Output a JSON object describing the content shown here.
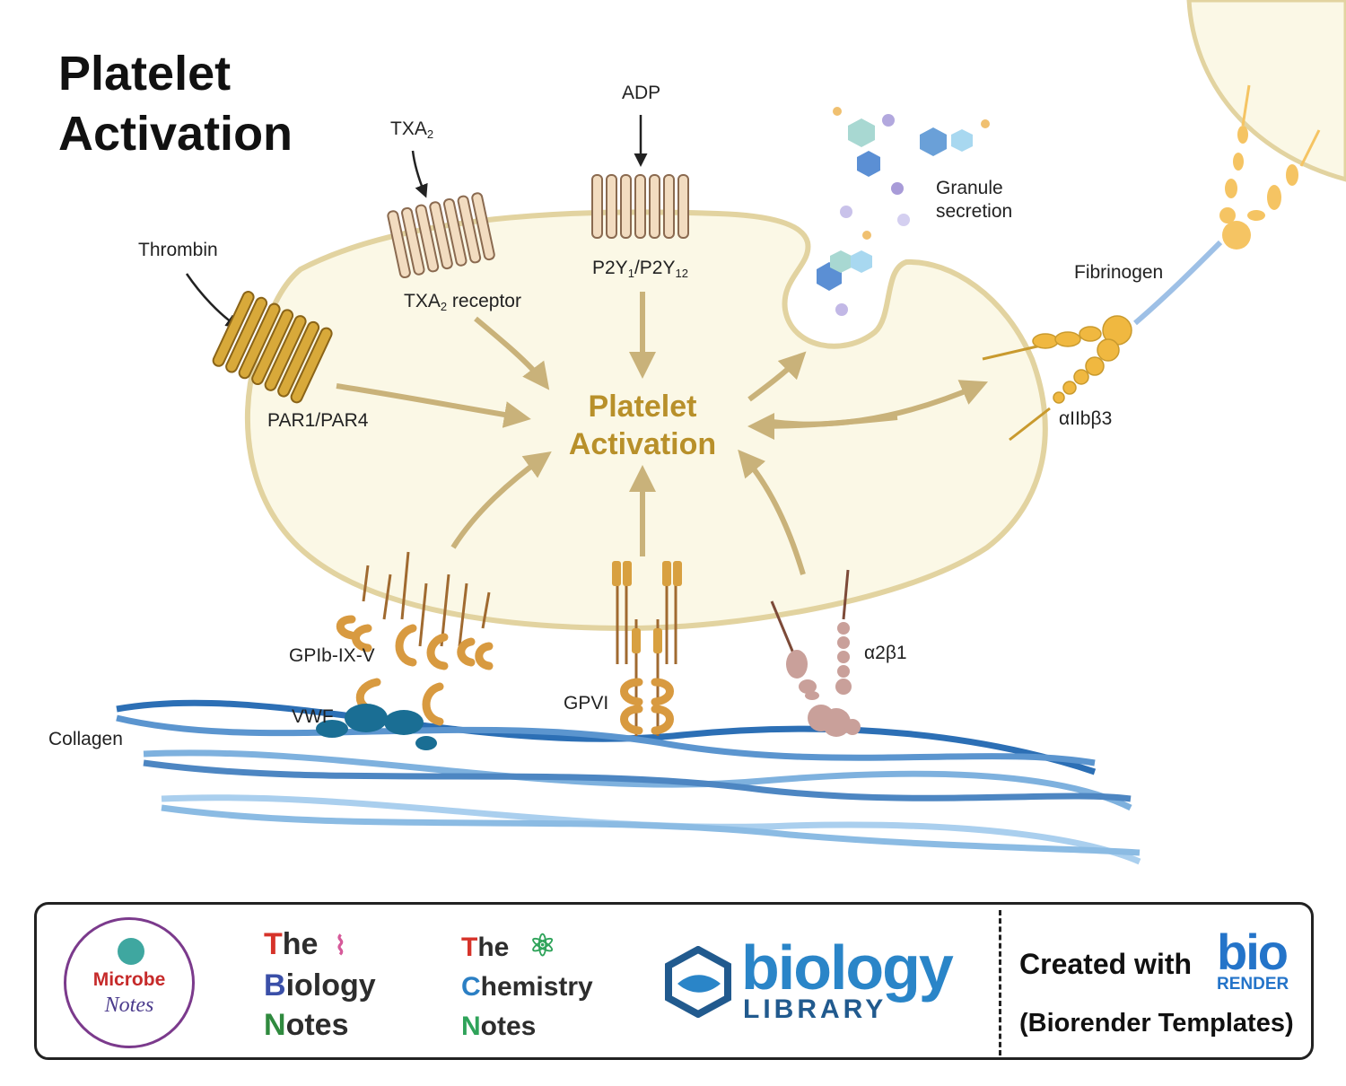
{
  "title": {
    "line1": "Platelet",
    "line2": "Activation"
  },
  "center": {
    "line1": "Platelet",
    "line2": "Activation"
  },
  "labels": {
    "thrombin": "Thrombin",
    "par": "PAR1/PAR4",
    "txa2": "TXA",
    "txa2_sub": "2",
    "txa2_receptor": "TXA",
    "txa2_receptor_sub": "2",
    "txa2_receptor_rest": " receptor",
    "adp": "ADP",
    "p2y_a": "P2Y",
    "p2y_sub1": "1",
    "p2y_b": "/P2Y",
    "p2y_sub2": "12",
    "granule_1": "Granule",
    "granule_2": "secretion",
    "fibrinogen": "Fibrinogen",
    "aiib": "αIIbβ3",
    "gpib": "GPIb-IX-V",
    "vwf": "VWF",
    "collagen": "Collagen",
    "gpvi": "GPVI",
    "a2b1": "α2β1"
  },
  "footer": {
    "microbe_1": "Microbe",
    "microbe_2": "Notes",
    "tbn": {
      "the_t": "T",
      "the_rest": "he",
      "bio_b": "B",
      "bio_rest": "iology",
      "notes_n": "N",
      "notes_rest": "otes"
    },
    "tcn": {
      "the_t": "T",
      "the_rest": "he",
      "chem_c": "C",
      "chem_rest": "hemistry",
      "notes_n": "N",
      "notes_rest": "otes"
    },
    "biology_word": "biology",
    "library_word": "LIBRARY",
    "created_with": "Created with",
    "bio_word": "bio",
    "render_word": "RENDER",
    "templates": "(Biorender Templates)"
  },
  "colors": {
    "cell_fill": "#fbf8e6",
    "cell_stroke": "#e2d3a0",
    "arrow": "#c9b27a",
    "gold": "#c99a2e",
    "collagen_dark": "#2c6fb5",
    "collagen_light": "#9cc6ea",
    "fibrinogen": "#f5c463"
  },
  "icons": [
    "atom-icon",
    "dna-icon",
    "hexagon-logo-icon",
    "granule-molecule-icon"
  ]
}
